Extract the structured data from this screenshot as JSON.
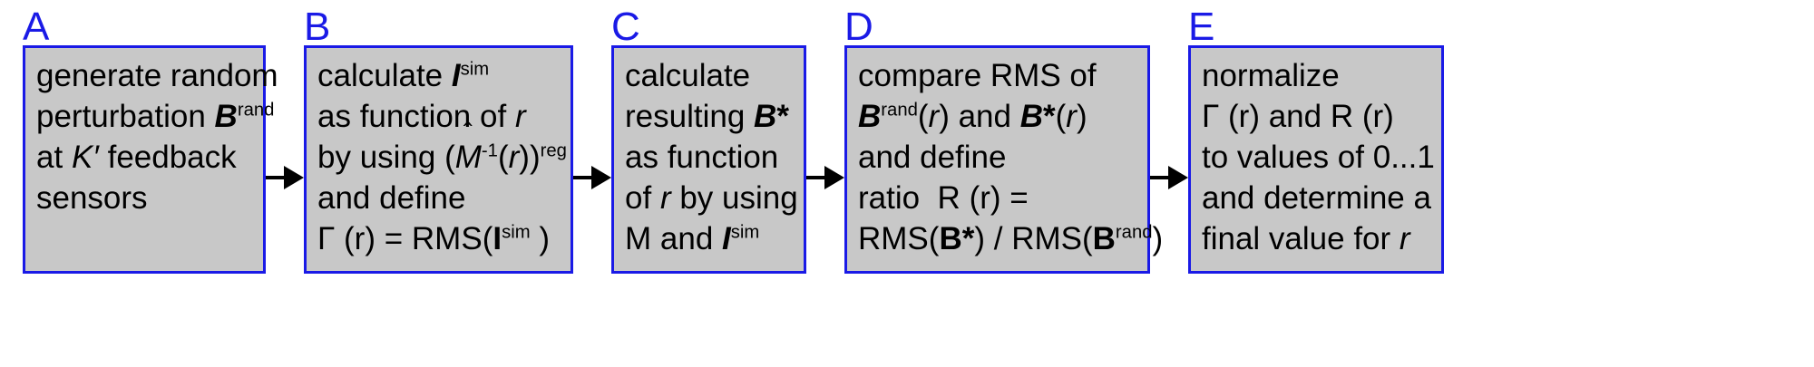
{
  "diagram": {
    "title": "Regularization parameter determination flowchart",
    "colors": {
      "box_border": "#1a1ae6",
      "box_fill": "#c8c8c8",
      "label": "#1a1ae6",
      "text": "#000000",
      "arrow": "#000000",
      "background": "#ffffff"
    },
    "stages": [
      {
        "letter": "A",
        "lines": [
          "generate random",
          "perturbation B^rand",
          "at K' feedback",
          "sensors"
        ],
        "plain_text": "generate random perturbation B^rand at K' feedback sensors"
      },
      {
        "letter": "B",
        "lines": [
          "calculate I^sim",
          "as function of r",
          "by using (M̂^-1(r))^reg",
          "and define",
          "Γ (r) = RMS(I^sim )"
        ],
        "plain_text": "calculate I^sim as function of r by using (M^-1(r))^reg and define Γ (r) = RMS(I^sim )"
      },
      {
        "letter": "C",
        "lines": [
          "calculate",
          "resulting B*",
          "as function",
          "of r by using",
          "M and I^sim"
        ],
        "plain_text": "calculate resulting B* as function of r by using M and I^sim"
      },
      {
        "letter": "D",
        "lines": [
          "compare RMS of",
          "B^rand(r) and B*(r)",
          "and define",
          "ratio  R (r) =",
          "RMS(B*) / RMS(B^rand)"
        ],
        "plain_text": "compare RMS of B^rand(r) and B*(r) and define ratio R (r) = RMS(B*) / RMS(B^rand)"
      },
      {
        "letter": "E",
        "lines": [
          "normalize",
          "Γ (r) and R (r)",
          "to values of 0...1",
          "and determine a",
          "final value for r"
        ],
        "plain_text": "normalize Γ (r) and R (r) to values of 0...1 and determine a final value for r"
      }
    ],
    "tokens": {
      "calculate": "calculate",
      "as_function_of": "as function of",
      "as_function": "as function",
      "by_using": "by using",
      "and_define": "and define",
      "generate_random": "generate random",
      "perturbation": "perturbation",
      "at": "at",
      "feedback": "feedback",
      "sensors": "sensors",
      "resulting": "resulting",
      "of": "of",
      "by_using2": "by using",
      "M": "M",
      "and": "and",
      "compare_rms_of": "compare RMS of",
      "ratio": "ratio",
      "R": "R",
      "normalize": "normalize",
      "to_values": "to values of 0...1",
      "and_determine": "and determine a",
      "final_value_for": "final value for",
      "gamma": "Γ",
      "r_paren": "(r)",
      "equals": "=",
      "RMS": "RMS",
      "slash": "/",
      "open_paren": "(",
      "close_paren": ")",
      "B": "B",
      "I": "I",
      "K": "K",
      "prime": "′",
      "star": "*",
      "hat": "ˆ",
      "sup_rand": "rand",
      "sup_sim": "sim",
      "sup_reg": "reg",
      "sup_minus_one": "-1",
      "r_italic": "r",
      "and_R": "and R (r)"
    },
    "arrows": [
      {
        "from": "A",
        "to": "B"
      },
      {
        "from": "B",
        "to": "C"
      },
      {
        "from": "C",
        "to": "D"
      },
      {
        "from": "D",
        "to": "E"
      }
    ]
  }
}
